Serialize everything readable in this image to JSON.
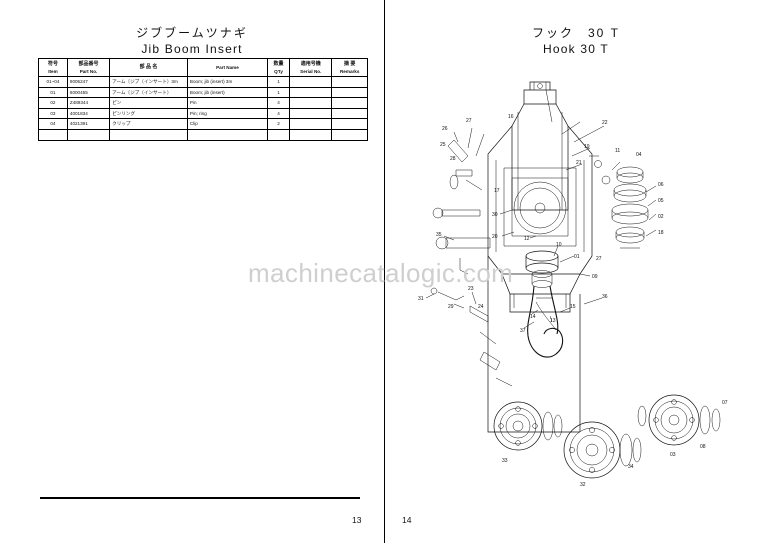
{
  "document": {
    "watermark": "machinecatalogic.com"
  },
  "left_page": {
    "title_jp": "ジブブームツナギ",
    "title_en": "Jib Boom Insert",
    "page_number": "13",
    "table": {
      "headers": [
        {
          "jp": "符号",
          "en": "Item"
        },
        {
          "jp": "部品番号",
          "en": "Part No."
        },
        {
          "jp": "部 品 名",
          "en": ""
        },
        {
          "jp": "",
          "en": "Part Name"
        },
        {
          "jp": "数量",
          "en": "Q'ty"
        },
        {
          "jp": "適用号機",
          "en": "Serial No."
        },
        {
          "jp": "摘 要",
          "en": "Remarks"
        }
      ],
      "rows": [
        {
          "item": "01~04",
          "part_no": "9005247",
          "name_jp": "アーム〔ジブ（インサート）3m",
          "name_en": "Boom; jib (insert) 3m",
          "qty": "1",
          "serial": "",
          "remarks": ""
        },
        {
          "item": "01",
          "part_no": "6000455",
          "name_jp": "アーム〔ジブ（インサート）",
          "name_en": "Boom; jib (insert)",
          "qty": "1",
          "serial": "",
          "remarks": ""
        },
        {
          "item": "02",
          "part_no": "Z489344",
          "name_jp": "ピン",
          "name_en": "Pin",
          "qty": "4",
          "serial": "",
          "remarks": ""
        },
        {
          "item": "03",
          "part_no": "4001834",
          "name_jp": "ピンリング",
          "name_en": "Pin; ring",
          "qty": "4",
          "serial": "",
          "remarks": ""
        },
        {
          "item": "04",
          "part_no": "4021391",
          "name_jp": "クリップ",
          "name_en": "Clip",
          "qty": "2",
          "serial": "",
          "remarks": ""
        }
      ]
    }
  },
  "right_page": {
    "title_jp": "フック　30 T",
    "title_en": "Hook  30 T",
    "page_number": "14",
    "figure": {
      "name": "hook-30t-exploded-diagram",
      "callouts": [
        "26",
        "27",
        "16",
        "25",
        "28",
        "22",
        "19",
        "21",
        "11",
        "04",
        "17",
        "06",
        "05",
        "02",
        "18",
        "30",
        "20",
        "12",
        "10",
        "01",
        "09",
        "35",
        "31",
        "29",
        "23",
        "24",
        "36",
        "15",
        "27",
        "37",
        "14",
        "13",
        "33",
        "32",
        "34",
        "03",
        "08",
        "07"
      ]
    }
  }
}
